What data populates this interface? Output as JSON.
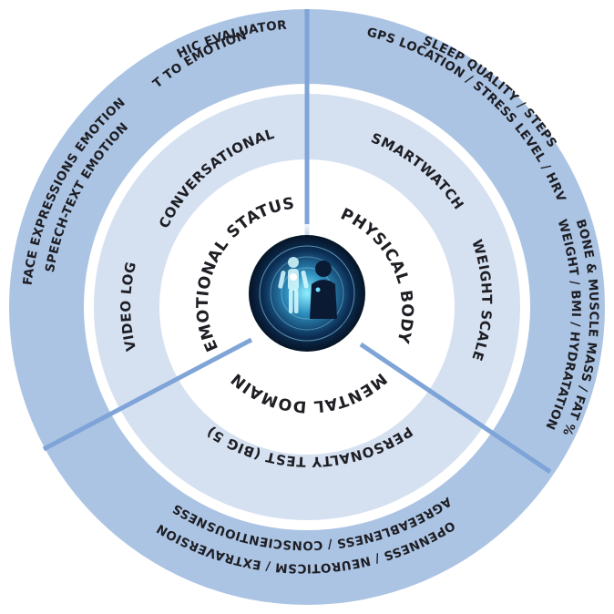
{
  "center": {
    "icon": "human-body-hologram"
  },
  "domains": {
    "emotional": {
      "label": "EMOTIONAL STATUS",
      "sources": [
        "CONVERSATIONAL",
        "VIDEO LOG"
      ],
      "details": [
        [
          "EMPATHIC EVALUATOR",
          "TEXT TO EMOTION"
        ],
        [
          "FACE EXPRESSIONS EMOTION",
          "SPEECH-TEXT EMOTION"
        ]
      ]
    },
    "physical": {
      "label": "PHYSICAL BODY",
      "sources": [
        "SMARTWATCH",
        "WEIGHT SCALE"
      ],
      "details": [
        [
          "GPS LOCATION / STRESS LEVEL / HRV",
          "SLEEP QUALITY / STEPS"
        ],
        [
          "WEIGHT / BMI / HYDRATATION",
          "BONE & MUSCLE MASS / FAT %"
        ]
      ]
    },
    "mental": {
      "label": "MENTAL DOMAIN",
      "sources": [
        "PERSONALTY TEST (BIG 5)"
      ],
      "details": [
        [
          "OPENNESS / NEUROTICSM / EXTRAVERSION",
          "AGREEABLENESS / CONSCIENTIOUSNESS"
        ]
      ]
    }
  },
  "colors": {
    "outer_ring": "#abc4e3",
    "middle_ring": "#d5e1f1",
    "inner_disc": "#ffffff",
    "divider": "#7ea4d8",
    "text": "#1e1e24"
  }
}
